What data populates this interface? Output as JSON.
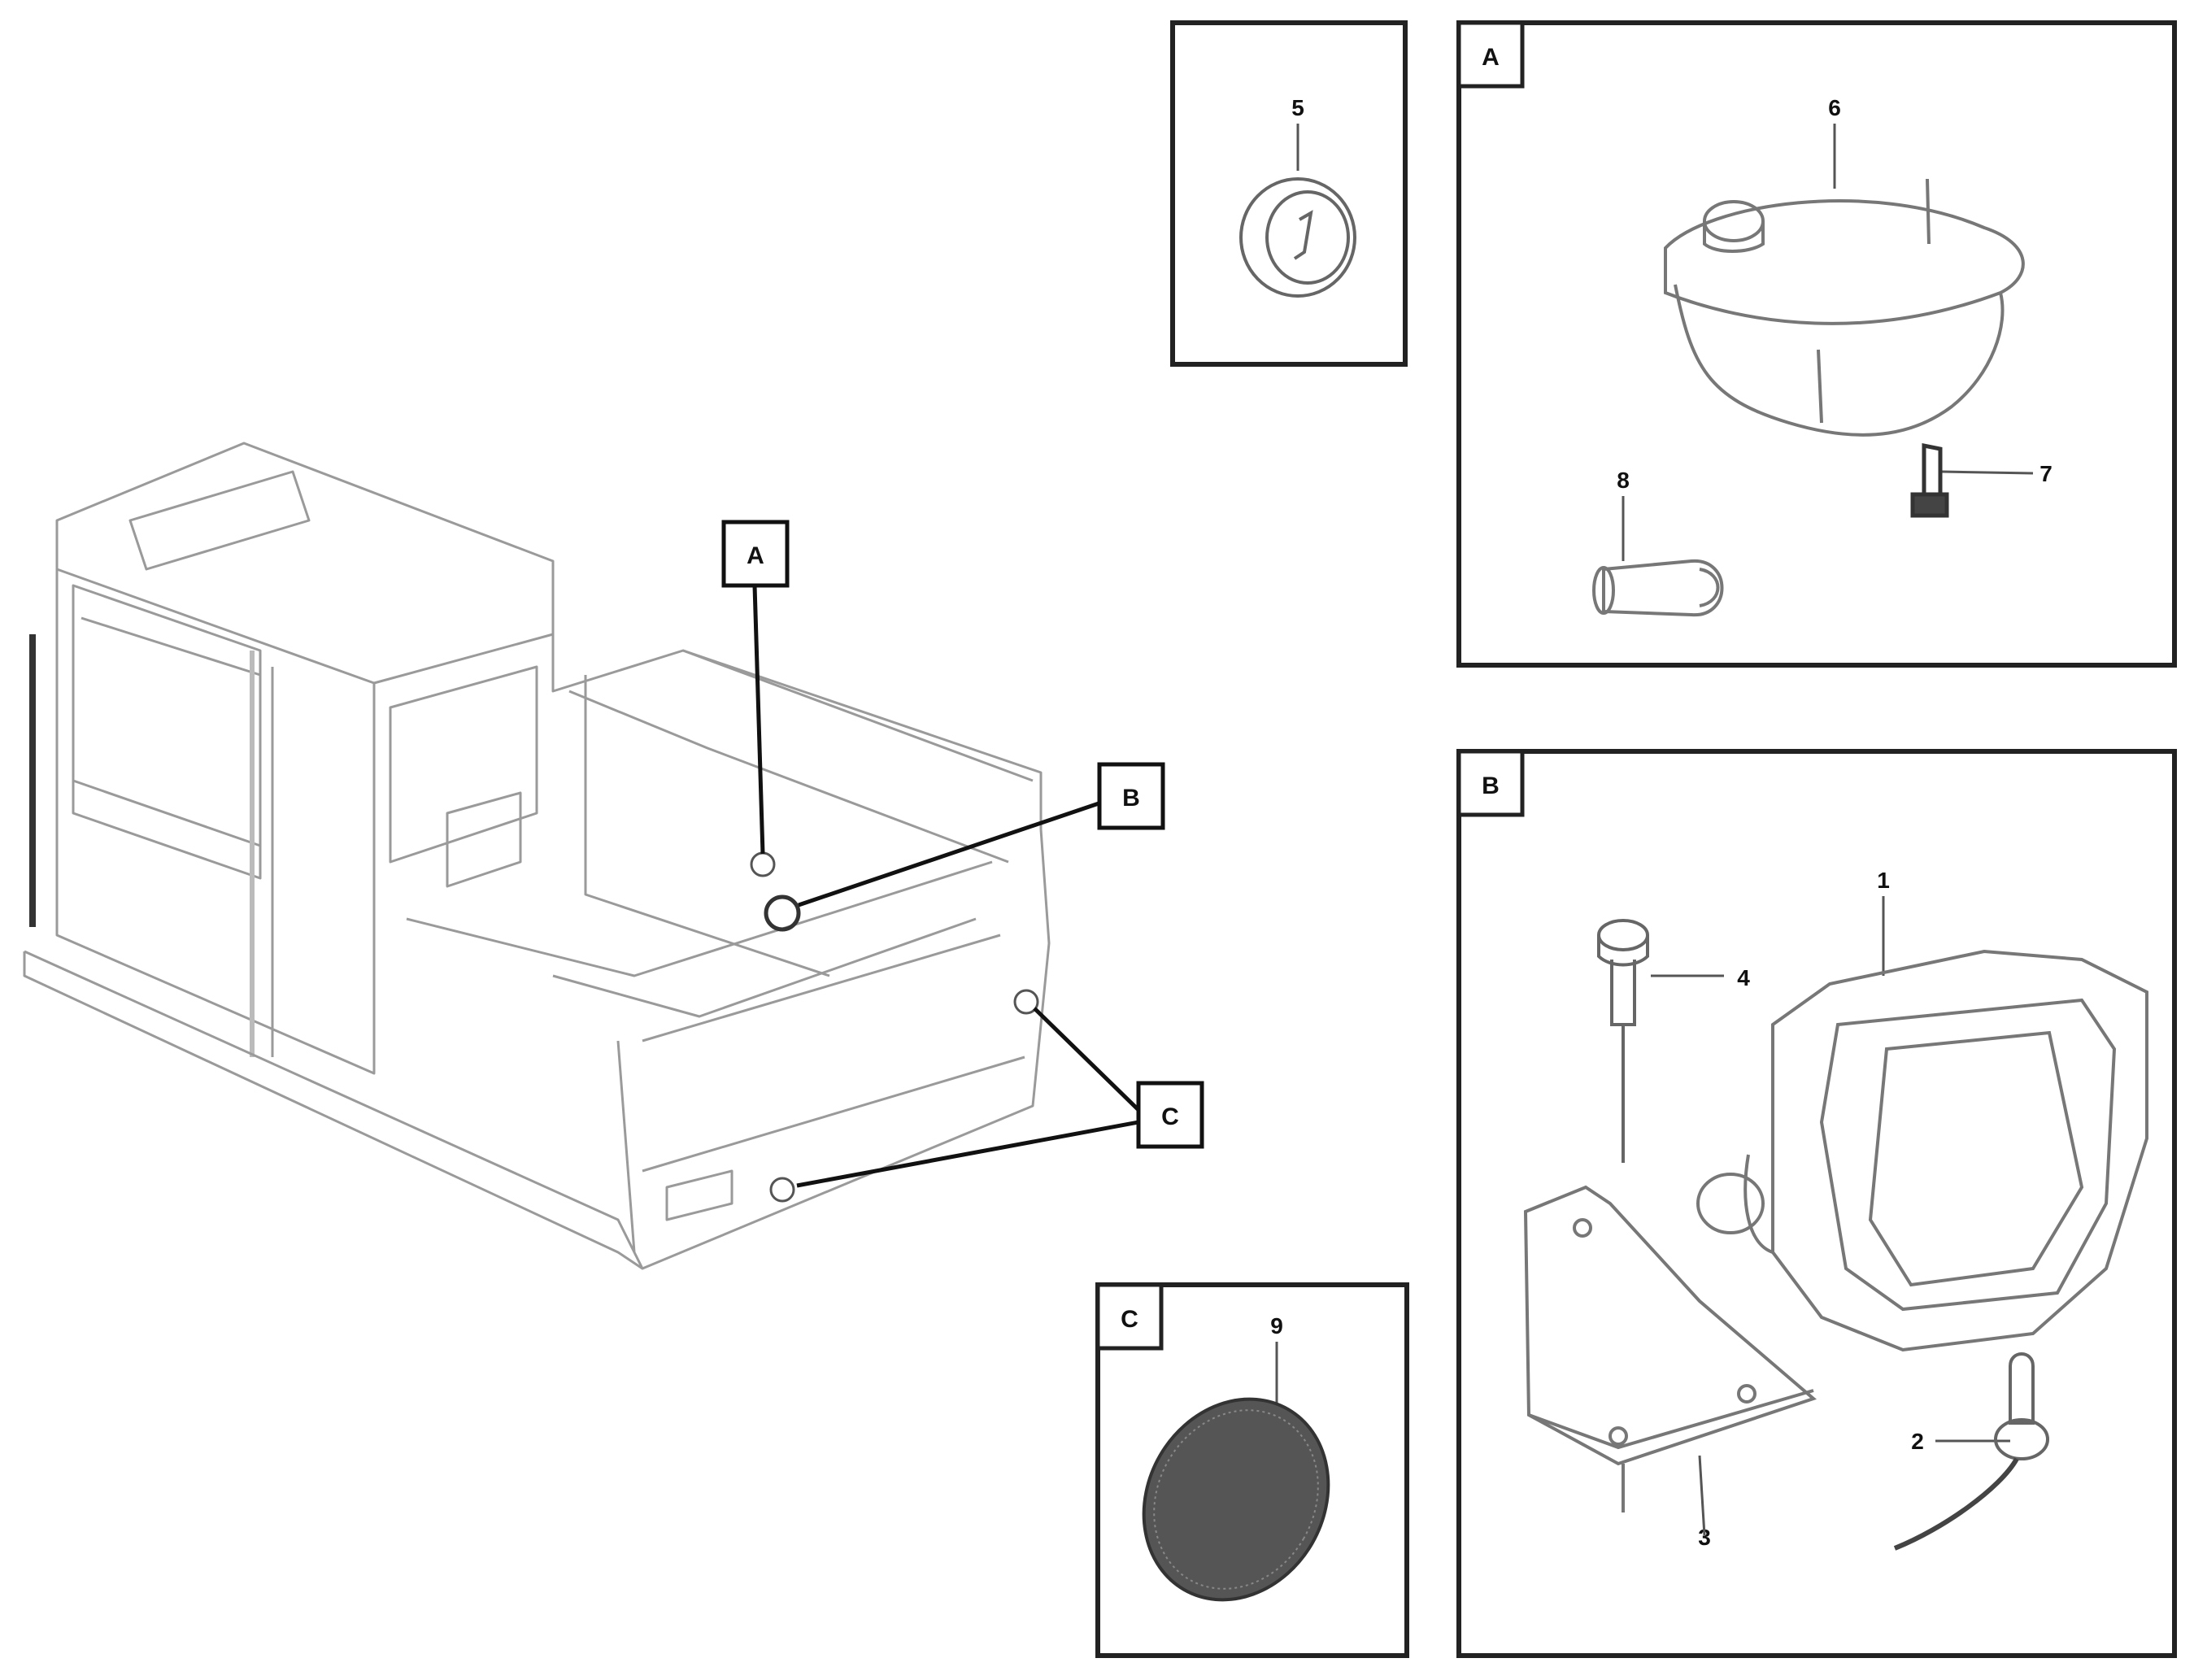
{
  "callouts": {
    "A": "A",
    "B": "B",
    "C": "C"
  },
  "panels": {
    "top_small": {
      "part_numbers": [
        "5"
      ]
    },
    "A": {
      "tag": "A",
      "part_numbers": [
        "6",
        "7",
        "8"
      ]
    },
    "B": {
      "tag": "B",
      "part_numbers": [
        "1",
        "4",
        "2",
        "3"
      ]
    },
    "C": {
      "tag": "C",
      "part_numbers": [
        "9"
      ]
    }
  },
  "footer": {
    "line1": "",
    "line2": "",
    "code": ""
  }
}
